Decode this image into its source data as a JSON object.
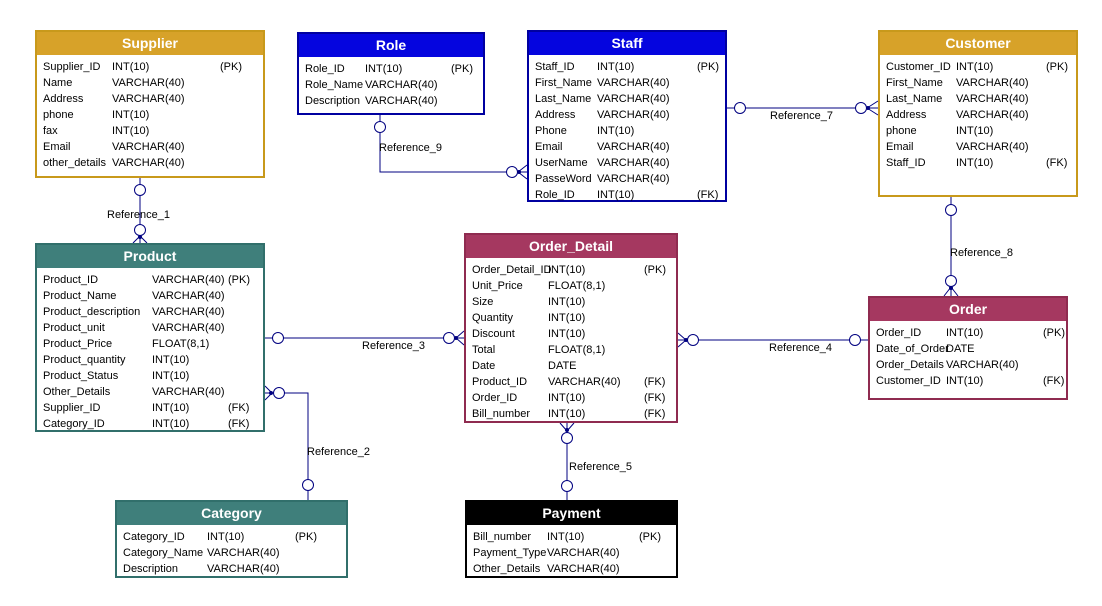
{
  "theme": {
    "colors": {
      "gold": "#D7A229",
      "blue": "#0505DF",
      "teal": "#3F7F7B",
      "magenta": "#A53860",
      "black": "#000000",
      "connector": "#000080",
      "header_text": "#FFFFFF",
      "row_text": "#000000",
      "background": "#FFFFFF"
    }
  },
  "tables": [
    {
      "id": "supplier",
      "title": "Supplier",
      "rows": [
        {
          "name": "Supplier_ID",
          "type": "INT(10)",
          "key": "(PK)"
        },
        {
          "name": "Name",
          "type": "VARCHAR(40)",
          "key": ""
        },
        {
          "name": "Address",
          "type": "VARCHAR(40)",
          "key": ""
        },
        {
          "name": "phone",
          "type": "INT(10)",
          "key": ""
        },
        {
          "name": "fax",
          "type": "INT(10)",
          "key": ""
        },
        {
          "name": "Email",
          "type": "VARCHAR(40)",
          "key": ""
        },
        {
          "name": "other_details",
          "type": "VARCHAR(40)",
          "key": ""
        }
      ]
    },
    {
      "id": "role",
      "title": "Role",
      "rows": [
        {
          "name": "Role_ID",
          "type": "INT(10)",
          "key": "(PK)"
        },
        {
          "name": "Role_Name",
          "type": "VARCHAR(40)",
          "key": ""
        },
        {
          "name": "Description",
          "type": "VARCHAR(40)",
          "key": ""
        }
      ]
    },
    {
      "id": "staff",
      "title": "Staff",
      "rows": [
        {
          "name": "Staff_ID",
          "type": "INT(10)",
          "key": "(PK)"
        },
        {
          "name": "First_Name",
          "type": "VARCHAR(40)",
          "key": ""
        },
        {
          "name": "Last_Name",
          "type": "VARCHAR(40)",
          "key": ""
        },
        {
          "name": "Address",
          "type": "VARCHAR(40)",
          "key": ""
        },
        {
          "name": "Phone",
          "type": "INT(10)",
          "key": ""
        },
        {
          "name": "Email",
          "type": "VARCHAR(40)",
          "key": ""
        },
        {
          "name": "UserName",
          "type": "VARCHAR(40)",
          "key": ""
        },
        {
          "name": "PasseWord",
          "type": "VARCHAR(40)",
          "key": ""
        },
        {
          "name": "Role_ID",
          "type": "INT(10)",
          "key": "(FK)"
        }
      ]
    },
    {
      "id": "customer",
      "title": "Customer",
      "rows": [
        {
          "name": "Customer_ID",
          "type": "INT(10)",
          "key": "(PK)"
        },
        {
          "name": "First_Name",
          "type": "VARCHAR(40)",
          "key": ""
        },
        {
          "name": "Last_Name",
          "type": "VARCHAR(40)",
          "key": ""
        },
        {
          "name": "Address",
          "type": "VARCHAR(40)",
          "key": ""
        },
        {
          "name": "phone",
          "type": "INT(10)",
          "key": ""
        },
        {
          "name": "Email",
          "type": "VARCHAR(40)",
          "key": ""
        },
        {
          "name": "Staff_ID",
          "type": "INT(10)",
          "key": "(FK)"
        }
      ]
    },
    {
      "id": "product",
      "title": "Product",
      "rows": [
        {
          "name": "Product_ID",
          "type": "VARCHAR(40)",
          "key": "(PK)"
        },
        {
          "name": "Product_Name",
          "type": "VARCHAR(40)",
          "key": ""
        },
        {
          "name": "Product_description",
          "type": "VARCHAR(40)",
          "key": ""
        },
        {
          "name": "Product_unit",
          "type": "VARCHAR(40)",
          "key": ""
        },
        {
          "name": "Product_Price",
          "type": "FLOAT(8,1)",
          "key": ""
        },
        {
          "name": "Product_quantity",
          "type": "INT(10)",
          "key": ""
        },
        {
          "name": "Product_Status",
          "type": "INT(10)",
          "key": ""
        },
        {
          "name": "Other_Details",
          "type": "VARCHAR(40)",
          "key": ""
        },
        {
          "name": "Supplier_ID",
          "type": "INT(10)",
          "key": "(FK)"
        },
        {
          "name": "Category_ID",
          "type": "INT(10)",
          "key": "(FK)"
        }
      ]
    },
    {
      "id": "order_detail",
      "title": "Order_Detail",
      "rows": [
        {
          "name": "Order_Detail_ID",
          "type": "INT(10)",
          "key": "(PK)"
        },
        {
          "name": "Unit_Price",
          "type": "FLOAT(8,1)",
          "key": ""
        },
        {
          "name": "Size",
          "type": "INT(10)",
          "key": ""
        },
        {
          "name": "Quantity",
          "type": "INT(10)",
          "key": ""
        },
        {
          "name": "Discount",
          "type": "INT(10)",
          "key": ""
        },
        {
          "name": "Total",
          "type": "FLOAT(8,1)",
          "key": ""
        },
        {
          "name": "Date",
          "type": "DATE",
          "key": ""
        },
        {
          "name": "Product_ID",
          "type": "VARCHAR(40)",
          "key": "(FK)"
        },
        {
          "name": "Order_ID",
          "type": "INT(10)",
          "key": "(FK)"
        },
        {
          "name": "Bill_number",
          "type": "INT(10)",
          "key": "(FK)"
        }
      ]
    },
    {
      "id": "order",
      "title": "Order",
      "rows": [
        {
          "name": "Order_ID",
          "type": "INT(10)",
          "key": "(PK)"
        },
        {
          "name": "Date_of_Order",
          "type": "DATE",
          "key": ""
        },
        {
          "name": "Order_Details",
          "type": "VARCHAR(40)",
          "key": ""
        },
        {
          "name": "Customer_ID",
          "type": "INT(10)",
          "key": "(FK)"
        }
      ]
    },
    {
      "id": "category",
      "title": "Category",
      "rows": [
        {
          "name": "Category_ID",
          "type": "INT(10)",
          "key": "(PK)"
        },
        {
          "name": "Category_Name",
          "type": "VARCHAR(40)",
          "key": ""
        },
        {
          "name": "Description",
          "type": "VARCHAR(40)",
          "key": ""
        }
      ]
    },
    {
      "id": "payment",
      "title": "Payment",
      "rows": [
        {
          "name": "Bill_number",
          "type": "INT(10)",
          "key": "(PK)"
        },
        {
          "name": "Payment_Type",
          "type": "VARCHAR(40)",
          "key": ""
        },
        {
          "name": "Other_Details",
          "type": "VARCHAR(40)",
          "key": ""
        }
      ]
    }
  ],
  "references": [
    {
      "label": "Reference_1",
      "from": "Supplier",
      "to": "Product",
      "notation": "zero-or-one to zero-or-many"
    },
    {
      "label": "Reference_2",
      "from": "Category",
      "to": "Product",
      "notation": "zero-or-one to zero-or-many"
    },
    {
      "label": "Reference_3",
      "from": "Product",
      "to": "Order_Detail",
      "notation": "zero-or-one to zero-or-many"
    },
    {
      "label": "Reference_4",
      "from": "Order",
      "to": "Order_Detail",
      "notation": "zero-or-one to zero-or-many"
    },
    {
      "label": "Reference_5",
      "from": "Payment",
      "to": "Order_Detail",
      "notation": "zero-or-one to zero-or-many"
    },
    {
      "label": "Reference_7",
      "from": "Staff",
      "to": "Customer",
      "notation": "zero-or-one to zero-or-many"
    },
    {
      "label": "Reference_8",
      "from": "Customer",
      "to": "Order",
      "notation": "zero-or-one to zero-or-many"
    },
    {
      "label": "Reference_9",
      "from": "Role",
      "to": "Staff",
      "notation": "zero-or-one to zero-or-many"
    }
  ]
}
